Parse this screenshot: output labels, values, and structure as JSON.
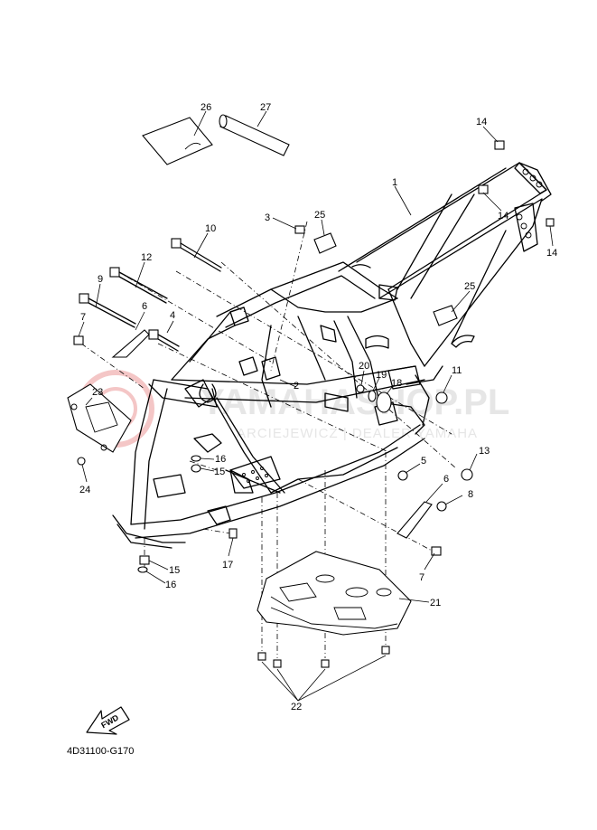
{
  "diagram": {
    "code": "4D31100-G170",
    "fwd_label": "FWD",
    "watermark": {
      "main": "YAMAHASHOP.PL",
      "sub": "ARCIEJEWICZ | DEALER YAMAHA"
    },
    "callouts": [
      "1",
      "2",
      "3",
      "4",
      "5",
      "6",
      "6",
      "7",
      "7",
      "8",
      "9",
      "10",
      "11",
      "12",
      "13",
      "14",
      "14",
      "14",
      "15",
      "15",
      "16",
      "16",
      "17",
      "18",
      "19",
      "20",
      "21",
      "22",
      "23",
      "24",
      "25",
      "25",
      "26",
      "27"
    ]
  }
}
